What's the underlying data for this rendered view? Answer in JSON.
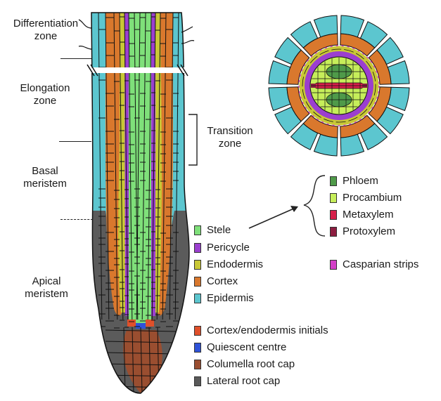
{
  "zones": {
    "differentiation": [
      "Differentiation",
      "zone"
    ],
    "elongation": [
      "Elongation",
      "zone"
    ],
    "transition": [
      "Transition",
      "zone"
    ],
    "basal": [
      "Basal",
      "meristem"
    ],
    "apical": [
      "Apical",
      "meristem"
    ]
  },
  "legend_tissues": [
    {
      "label": "Stele",
      "color": "#7fe07a"
    },
    {
      "label": "Pericycle",
      "color": "#9b3fcf"
    },
    {
      "label": "Endodermis",
      "color": "#c9c836"
    },
    {
      "label": "Cortex",
      "color": "#d9782d"
    },
    {
      "label": "Epidermis",
      "color": "#5cc6cf"
    }
  ],
  "legend_stele": [
    {
      "label": "Phloem",
      "color": "#4f9a49"
    },
    {
      "label": "Procambium",
      "color": "#c6ee5a"
    },
    {
      "label": "Metaxylem",
      "color": "#d6204a"
    },
    {
      "label": "Protoxylem",
      "color": "#8c1d40"
    }
  ],
  "legend_casparian": {
    "label": "Casparian strips",
    "color": "#d33fc7"
  },
  "legend_tip": [
    {
      "label": "Cortex/endodermis initials",
      "color": "#e0502a"
    },
    {
      "label": "Quiescent centre",
      "color": "#2f52d8"
    },
    {
      "label": "Columella root cap",
      "color": "#9a4e30"
    },
    {
      "label": "Lateral root cap",
      "color": "#595959"
    }
  ]
}
